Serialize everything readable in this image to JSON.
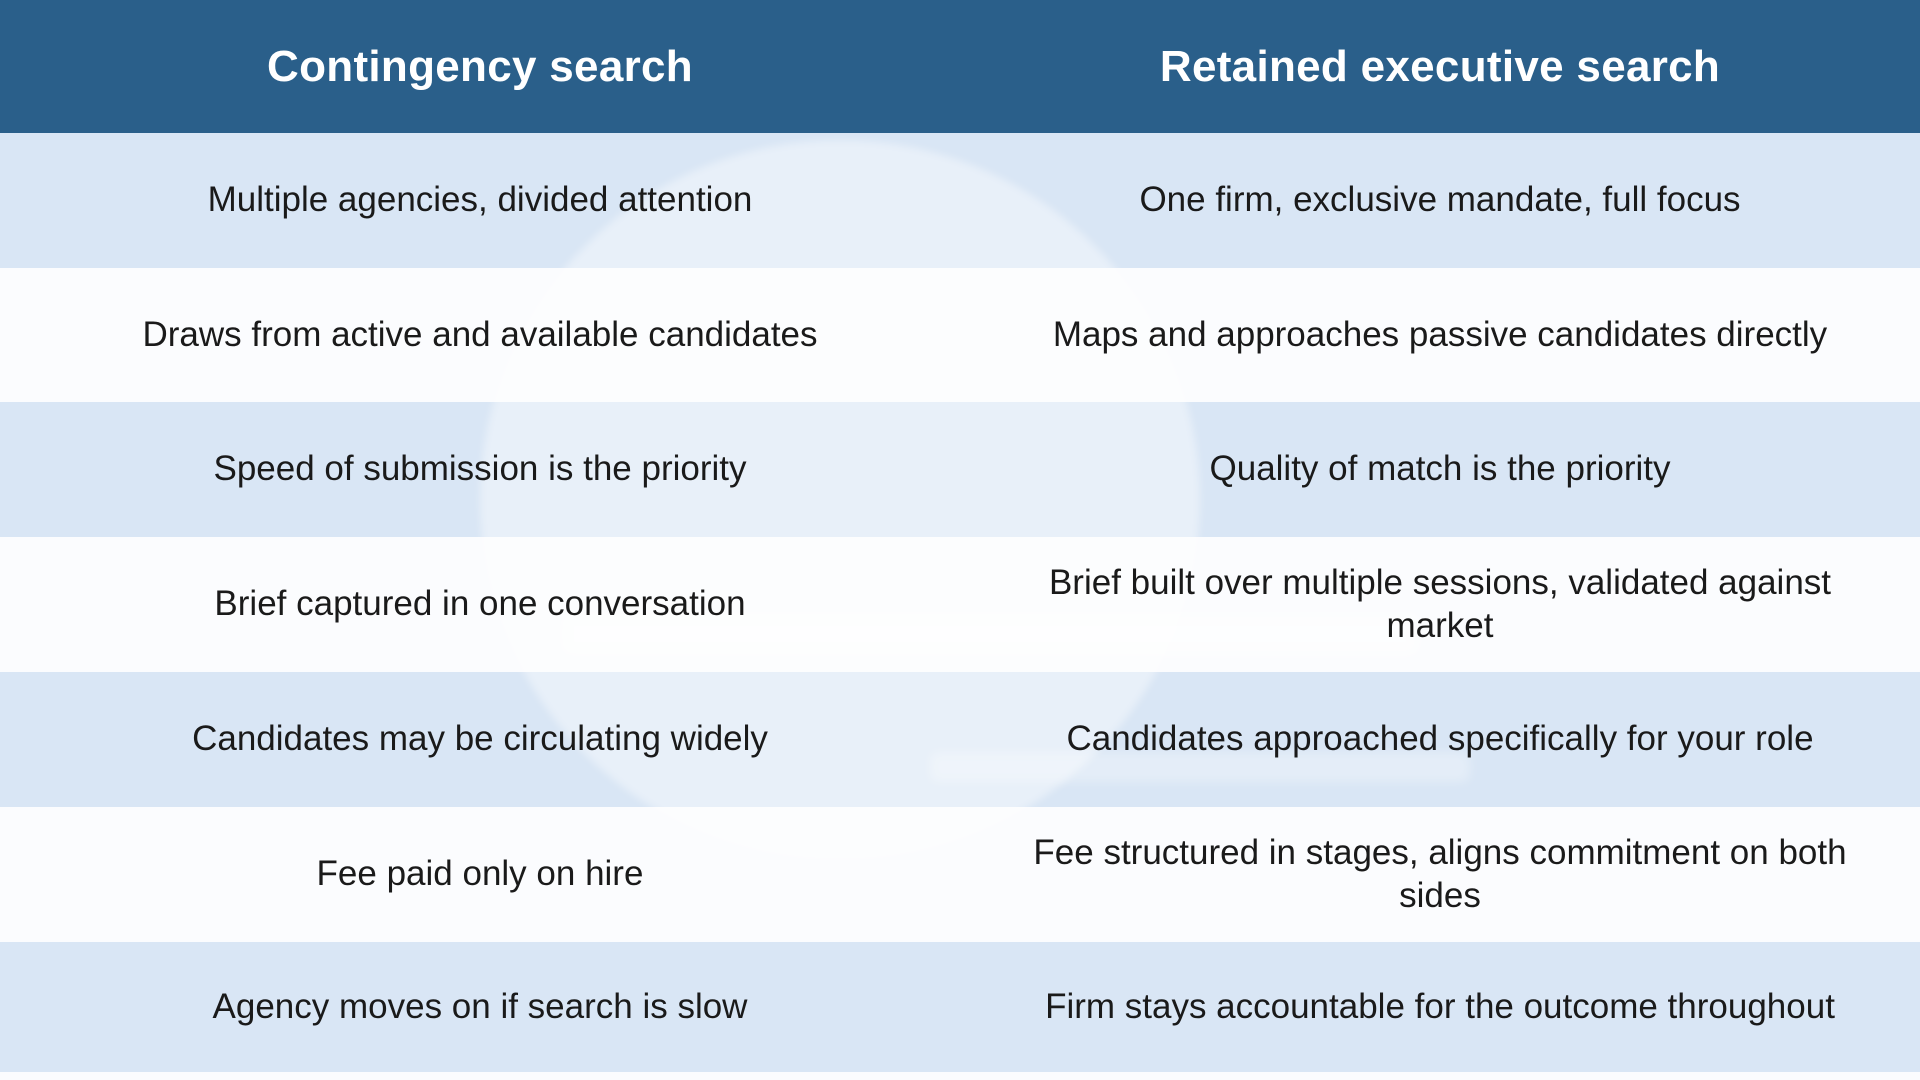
{
  "chart_data": {
    "type": "table",
    "title": "",
    "columns": [
      "Contingency search",
      "Retained executive search"
    ],
    "rows": [
      [
        "Multiple agencies, divided attention",
        "One firm, exclusive mandate, full focus"
      ],
      [
        "Draws from active and available candidates",
        "Maps and approaches passive candidates directly"
      ],
      [
        "Speed of submission is the priority",
        "Quality of match is the priority"
      ],
      [
        "Brief captured in one conversation",
        "Brief built over multiple sessions, validated against market"
      ],
      [
        "Candidates may be circulating widely",
        "Candidates approached specifically for your role"
      ],
      [
        "Fee paid only on hire",
        "Fee structured in stages, aligns commitment on both sides"
      ],
      [
        "Agency moves on if search is slow",
        "Firm stays accountable for the outcome throughout"
      ]
    ]
  },
  "colors": {
    "header_bg": "#2a5f8a",
    "header_text": "#ffffff",
    "row_alt_bg": "#d9e6f5",
    "row_bg": "#fbfcfe",
    "body_text": "#1a1a1a"
  }
}
